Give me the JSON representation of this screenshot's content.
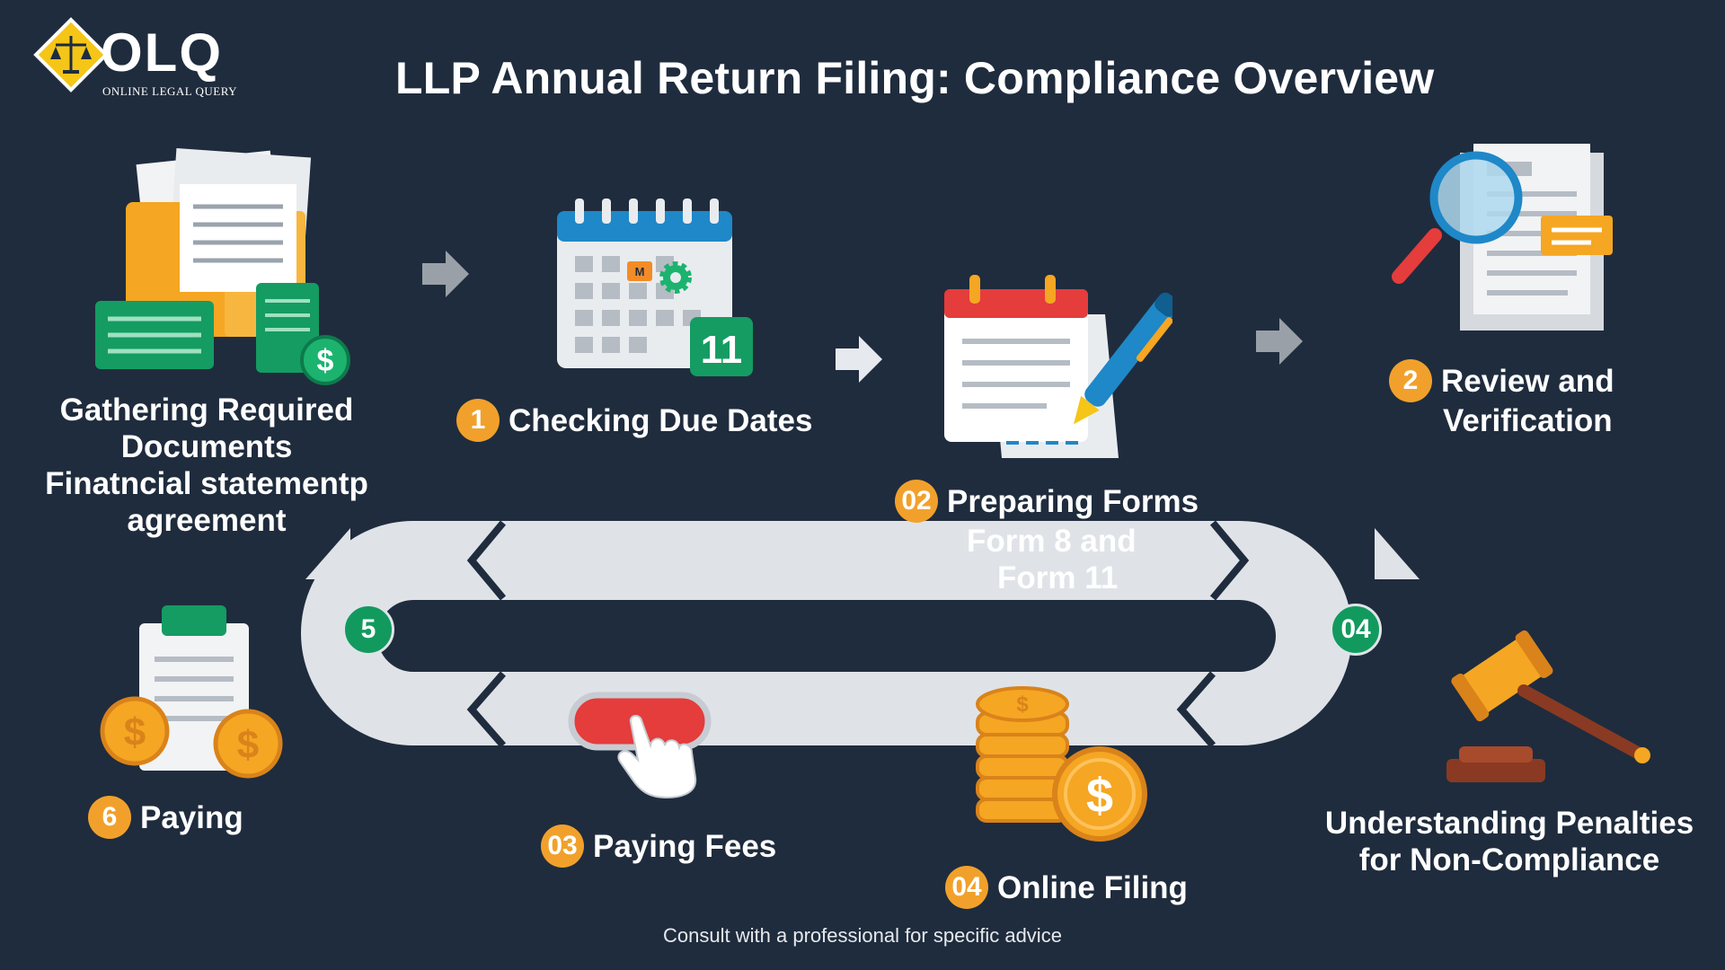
{
  "brand": {
    "name": "OLQ",
    "tagline": "ONLINE LEGAL QUERY"
  },
  "title": "LLP Annual Return Filing: Compliance Overview",
  "steps": {
    "gathering": {
      "lines": [
        "Gathering Required",
        "Documents",
        "Finatncial statementp",
        "agreement"
      ]
    },
    "due_dates": {
      "badge": "1",
      "label": "Checking Due Dates",
      "calendar_day": "11",
      "calendar_marker": "M"
    },
    "preparing": {
      "badge": "02",
      "lines": [
        "Preparing Forms",
        "Form 8 and",
        "Form 11"
      ]
    },
    "review": {
      "badge": "2",
      "lines": [
        "Review and",
        "Verification"
      ]
    },
    "paying": {
      "badge": "6",
      "label": "Paying"
    },
    "paying_fees": {
      "badge": "03",
      "label": "Paying Fees"
    },
    "online_filing": {
      "badge": "04",
      "label": "Online Filing"
    },
    "penalties": {
      "lines": [
        "Understanding Penalties",
        "for Non-Compliance"
      ]
    }
  },
  "loop_badges": {
    "left": "5",
    "right": "04"
  },
  "footer": "Consult with a professional for specific advice",
  "colors": {
    "background": "#1f2c3d",
    "badge_orange": "#f1a12b",
    "badge_green": "#129a5e",
    "loop_gray": "#dfe3e8"
  }
}
